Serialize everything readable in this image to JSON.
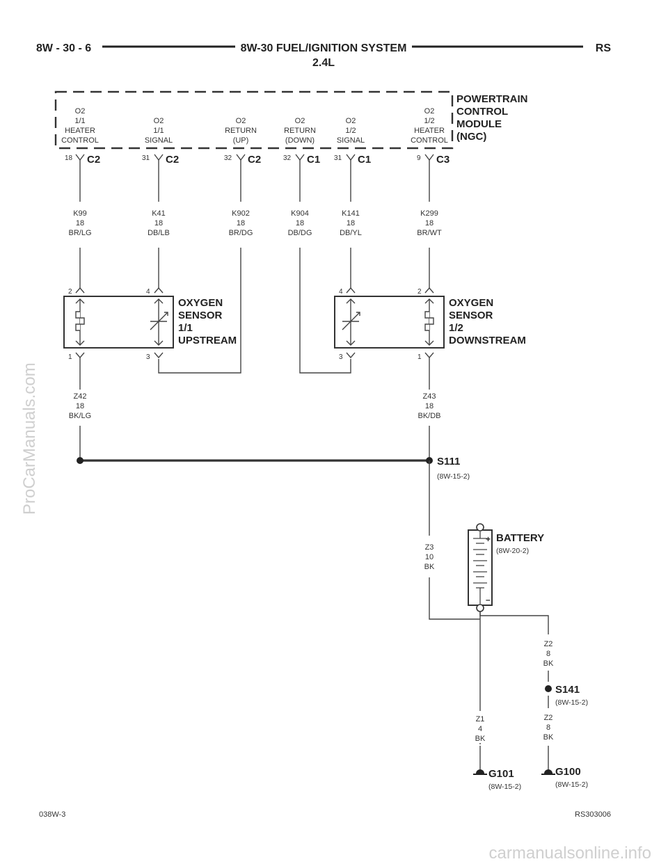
{
  "header": {
    "left": "8W - 30 - 6",
    "title": "8W-30 FUEL/IGNITION SYSTEM",
    "subtitle": "2.4L",
    "right": "RS"
  },
  "pcm": {
    "name_lines": [
      "POWERTRAIN",
      "CONTROL",
      "MODULE",
      "(NGC)"
    ],
    "pins": [
      {
        "label": [
          "O2",
          "1/1",
          "HEATER",
          "CONTROL"
        ],
        "pin": "18",
        "connector": "C2",
        "wire": [
          "K99",
          "18",
          "BR/LG"
        ]
      },
      {
        "label": [
          "O2",
          "1/1",
          "SIGNAL"
        ],
        "pin": "31",
        "connector": "C2",
        "wire": [
          "K41",
          "18",
          "DB/LB"
        ]
      },
      {
        "label": [
          "O2",
          "RETURN",
          "(UP)"
        ],
        "pin": "32",
        "connector": "C2",
        "wire": [
          "K902",
          "18",
          "BR/DG"
        ]
      },
      {
        "label": [
          "O2",
          "RETURN",
          "(DOWN)"
        ],
        "pin": "32",
        "connector": "C1",
        "wire": [
          "K904",
          "18",
          "DB/DG"
        ]
      },
      {
        "label": [
          "O2",
          "1/2",
          "SIGNAL"
        ],
        "pin": "31",
        "connector": "C1",
        "wire": [
          "K141",
          "18",
          "DB/YL"
        ]
      },
      {
        "label": [
          "O2",
          "1/2",
          "HEATER",
          "CONTROL"
        ],
        "pin": "9",
        "connector": "C3",
        "wire": [
          "K299",
          "18",
          "BR/WT"
        ]
      }
    ]
  },
  "sensors": {
    "upstream": {
      "name_lines": [
        "OXYGEN",
        "SENSOR",
        "1/1",
        "UPSTREAM"
      ],
      "pins": [
        "2",
        "4",
        "1",
        "3"
      ]
    },
    "downstream": {
      "name_lines": [
        "OXYGEN",
        "SENSOR",
        "1/2",
        "DOWNSTREAM"
      ],
      "pins": [
        "4",
        "2",
        "3",
        "1"
      ]
    }
  },
  "ground_wires": {
    "z42": [
      "Z42",
      "18",
      "BK/LG"
    ],
    "z43": [
      "Z43",
      "18",
      "BK/DB"
    ],
    "z3": [
      "Z3",
      "10",
      "BK"
    ],
    "z2a": [
      "Z2",
      "8",
      "BK"
    ],
    "z2b": [
      "Z2",
      "8",
      "BK"
    ],
    "z1": [
      "Z1",
      "4",
      "BK"
    ]
  },
  "splices": {
    "s111": {
      "name": "S111",
      "ref": "(8W-15-2)"
    },
    "s141": {
      "name": "S141",
      "ref": "(8W-15-2)"
    }
  },
  "battery": {
    "name": "BATTERY",
    "ref": "(8W-20-2)",
    "plus": "+",
    "minus": "–"
  },
  "grounds": {
    "g101": {
      "name": "G101",
      "ref": "(8W-15-2)"
    },
    "g100": {
      "name": "G100",
      "ref": "(8W-15-2)"
    }
  },
  "footer": {
    "left": "038W-3",
    "right": "RS303006"
  },
  "watermarks": {
    "left": "ProCarManuals.com",
    "bottom": "carmanualsonline.info"
  }
}
